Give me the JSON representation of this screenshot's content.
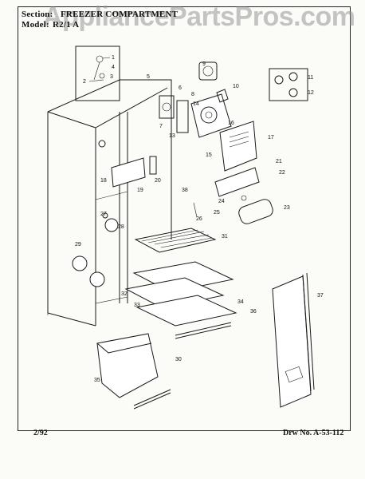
{
  "header": {
    "section_label": "Section:",
    "section_title": "FREEZER COMPARTMENT",
    "model_label": "Model:",
    "model_value": "R2/1 A"
  },
  "watermark": "AppliancePartsPros.com",
  "footer": {
    "date": "2/92",
    "drawing_number": "Drw No. A-53-112"
  },
  "callouts": [
    "1",
    "2",
    "3",
    "4",
    "5",
    "6",
    "7",
    "8",
    "9",
    "10",
    "11",
    "12",
    "13",
    "14",
    "15",
    "16",
    "17",
    "18",
    "19",
    "20",
    "21",
    "22",
    "23",
    "24",
    "25",
    "26",
    "27",
    "28",
    "29",
    "30",
    "31",
    "32",
    "33",
    "34",
    "35",
    "36",
    "37",
    "38"
  ]
}
